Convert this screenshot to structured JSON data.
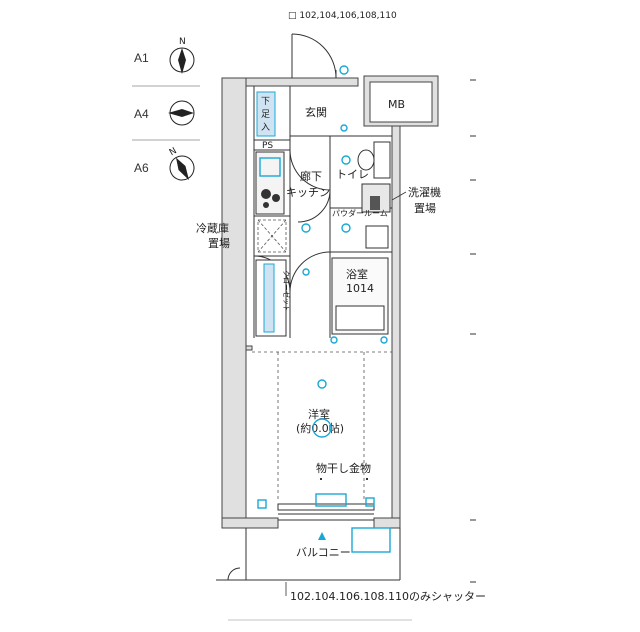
{
  "top_note": "□ 102,104,106,108,110",
  "unit_types": [
    "A1",
    "A4",
    "A6"
  ],
  "compass_letter": "N",
  "rooms": {
    "entrance": "玄関",
    "shoe_box": [
      "下",
      "足",
      "入"
    ],
    "mb": "MB",
    "ps": "PS",
    "corridor": "廊下",
    "kitchen": "キッチン",
    "toilet": "トイレ",
    "washer_area": [
      "洗濯機",
      "置場"
    ],
    "powder_room": "パウダールーム",
    "fridge_area": [
      "冷蔵庫",
      "置場"
    ],
    "bathroom": [
      "浴室",
      "1014"
    ],
    "closet": "クローゼット",
    "western_room": [
      "洋室",
      "(約0.0帖)"
    ],
    "drying_rack": "物干し金物",
    "balcony": "バルコニー"
  },
  "shutter_note": "102.104.106.108.110のみシャッター",
  "colors": {
    "wall": "#e0e0e0",
    "line": "#333333",
    "equipment": "#19a8d6"
  }
}
